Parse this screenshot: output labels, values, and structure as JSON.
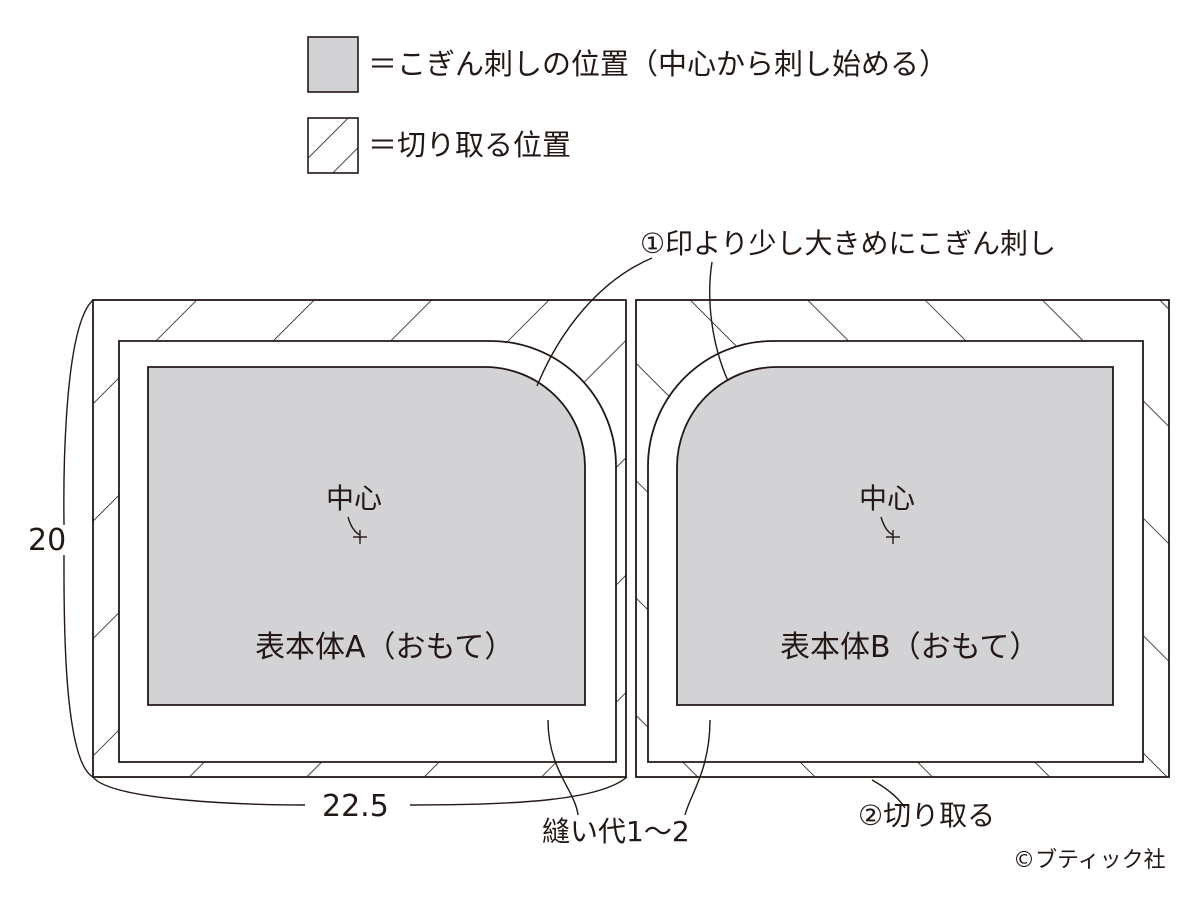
{
  "legend": [
    {
      "swatch": "gray-fill",
      "text": "＝こぎん刺しの位置（中心から刺し始める）"
    },
    {
      "swatch": "hatch",
      "text": "＝切り取る位置"
    }
  ],
  "annotations": {
    "stitch_note": "①印より少し大きめにこぎん刺し",
    "cut_note": "②切り取る",
    "seam_allowance": "縫い代1〜2",
    "height_dim": "20",
    "width_dim": "22.5",
    "copyright": "©ブティック社"
  },
  "panels": [
    {
      "name": "表本体A（おもて）",
      "center_label": "中心"
    },
    {
      "name": "表本体B（おもて）",
      "center_label": "中心"
    }
  ],
  "colors": {
    "fill": "#d3d3d5",
    "line": "#231815"
  }
}
